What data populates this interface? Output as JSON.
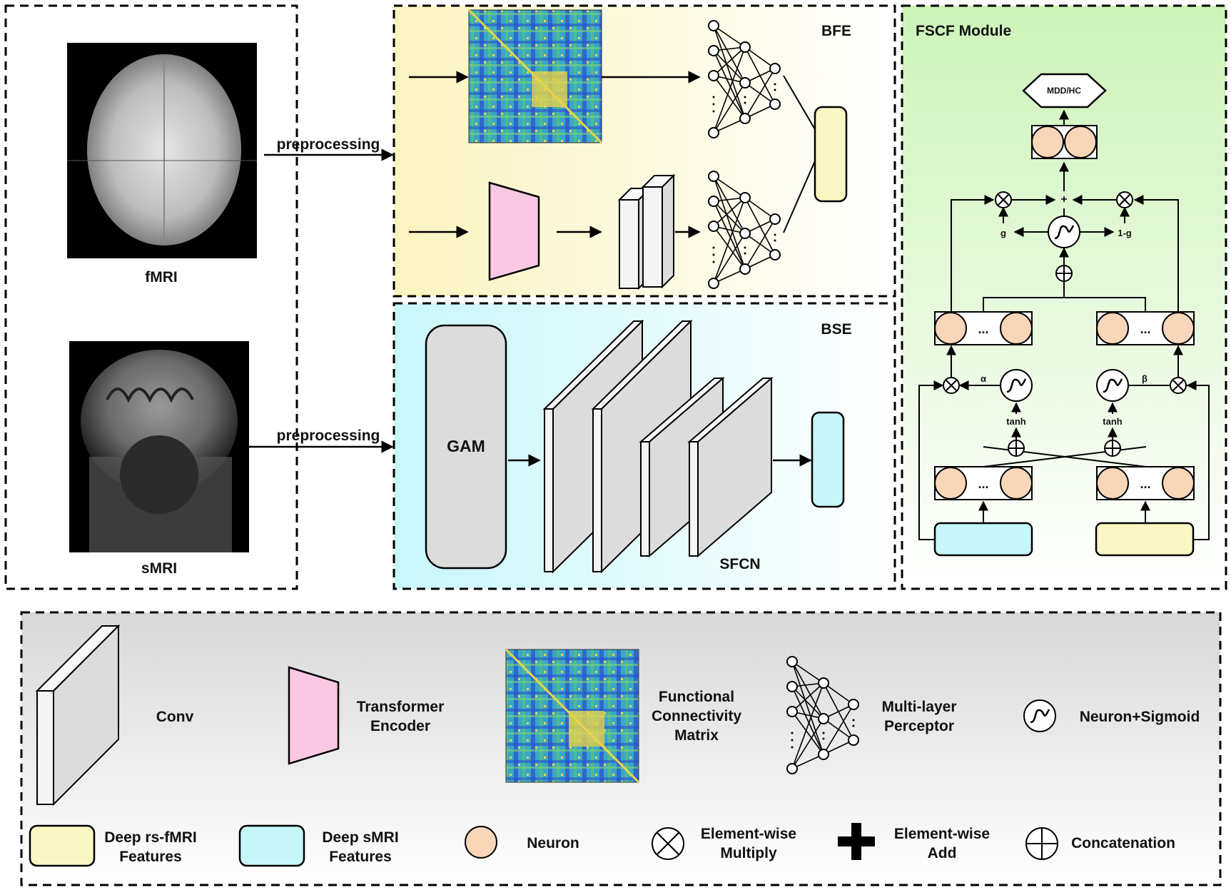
{
  "inputs": {
    "fmri_label": "fMRI",
    "smri_label": "sMRI",
    "preprocessing_top": "preprocessing",
    "preprocessing_bottom": "preprocessing"
  },
  "bfe": {
    "title": "BFE"
  },
  "bse": {
    "title": "BSE",
    "gam_label": "GAM",
    "sfcn_label": "SFCN"
  },
  "fscf": {
    "title": "FSCF Module",
    "output_label": "MDD/HC",
    "gate_left": "g",
    "gate_right": "1-g",
    "plus": "+",
    "alpha": "α",
    "beta": "β",
    "tanh_left": "tanh",
    "tanh_right": "tanh",
    "ellipsis": "..."
  },
  "legend": {
    "conv": "Conv",
    "transformer_line1": "Transformer",
    "transformer_line2": "Encoder",
    "fc_line1": "Functional",
    "fc_line2": "Connectivity",
    "fc_line3": "Matrix",
    "mlp_line1": "Multi-layer",
    "mlp_line2": "Perceptor",
    "neuron_sigmoid": "Neuron+Sigmoid",
    "fmri_feat_line1": "Deep rs-fMRI",
    "fmri_feat_line2": "Features",
    "smri_feat_line1": "Deep sMRI",
    "smri_feat_line2": "Features",
    "neuron": "Neuron",
    "multiply_line1": "Element-wise",
    "multiply_line2": "Multiply",
    "add_line1": "Element-wise",
    "add_line2": "Add",
    "concat": "Concatenation"
  },
  "colors": {
    "fmri_feature": "#fbf7c4",
    "smri_feature": "#c6f6f8",
    "transformer": "#fbc8e4",
    "neuron": "#f9d6b8",
    "gam": "#dcdcdc",
    "bfe_bg": "#fdf8d0",
    "bse_bg": "#d7fbfc",
    "fscf_bg": "#d8f6c8",
    "legend_bg": "#e8e8e8"
  }
}
